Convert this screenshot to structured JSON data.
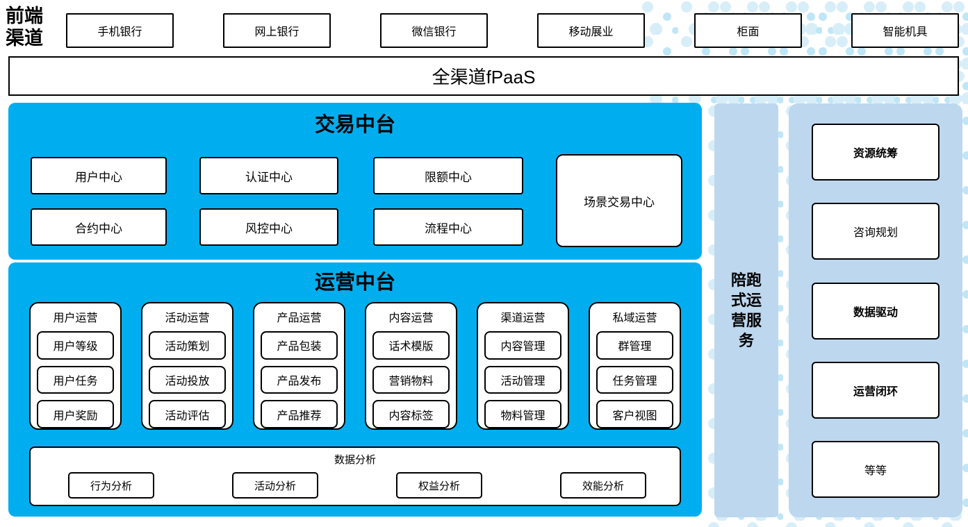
{
  "colors": {
    "panel_blue": "#00AEEF",
    "light_blue": "#BDD7EE",
    "dot_color_1": "#D7EEF9",
    "dot_color_2": "#BFE6F6",
    "border": "#000000"
  },
  "front_channels": {
    "label": "前端渠道",
    "items": [
      "手机银行",
      "网上银行",
      "微信银行",
      "移动展业",
      "柜面",
      "智能机具"
    ]
  },
  "fpaas": {
    "label": "全渠道fPaaS"
  },
  "transaction_platform": {
    "title": "交易中台",
    "centers": [
      "用户中心",
      "认证中心",
      "限额中心",
      "合约中心",
      "风控中心",
      "流程中心"
    ],
    "scene_center": "场景交易中心"
  },
  "operation_platform": {
    "title": "运营中台",
    "columns": [
      {
        "header": "用户运营",
        "items": [
          "用户等级",
          "用户任务",
          "用户奖励"
        ]
      },
      {
        "header": "活动运营",
        "items": [
          "活动策划",
          "活动投放",
          "活动评估"
        ]
      },
      {
        "header": "产品运营",
        "items": [
          "产品包装",
          "产品发布",
          "产品推荐"
        ]
      },
      {
        "header": "内容运营",
        "items": [
          "话术模版",
          "营销物料",
          "内容标签"
        ]
      },
      {
        "header": "渠道运营",
        "items": [
          "内容管理",
          "活动管理",
          "物料管理"
        ]
      },
      {
        "header": "私域运营",
        "items": [
          "群管理",
          "任务管理",
          "客户视图"
        ]
      }
    ],
    "analytics": {
      "header": "数据分析",
      "items": [
        "行为分析",
        "活动分析",
        "权益分析",
        "效能分析"
      ]
    }
  },
  "companion_service": {
    "label": "陪跑式运营服务"
  },
  "right_panel": {
    "items": [
      "资源统筹",
      "咨询规划",
      "数据驱动",
      "运营闭环",
      "等等"
    ]
  }
}
